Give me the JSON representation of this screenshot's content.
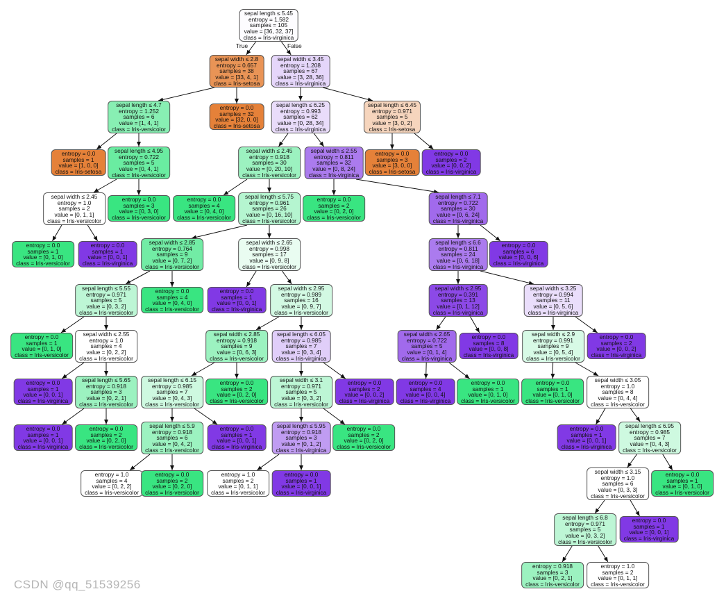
{
  "title": "Iris decision tree (entropy)",
  "class_colors": {
    "Iris-setosa": "#e58139",
    "Iris-versicolor": "#39e581",
    "Iris-virginica": "#8139e5"
  },
  "edge_labels": {
    "true_label": "True",
    "false_label": "False"
  },
  "watermark": "CSDN @qq_51539256",
  "nodes": [
    {
      "parent": -1,
      "counts": [
        36,
        32,
        37
      ],
      "lines": [
        "sepal length ≤ 5.45",
        "entropy = 1.582",
        "samples = 105",
        "value = [36, 32, 37]",
        "class = Iris-virginica"
      ]
    },
    {
      "parent": 0,
      "counts": [
        33,
        4,
        1
      ],
      "lines": [
        "sepal width ≤ 2.8",
        "entropy = 0.657",
        "samples = 38",
        "value = [33, 4, 1]",
        "class = Iris-setosa"
      ]
    },
    {
      "parent": 0,
      "counts": [
        3,
        28,
        36
      ],
      "lines": [
        "sepal width ≤ 3.45",
        "entropy = 1.208",
        "samples = 67",
        "value = [3, 28, 36]",
        "class = Iris-virginica"
      ]
    },
    {
      "parent": 1,
      "counts": [
        1,
        4,
        1
      ],
      "lines": [
        "sepal length ≤ 4.7",
        "entropy = 1.252",
        "samples = 6",
        "value = [1, 4, 1]",
        "class = Iris-versicolor"
      ]
    },
    {
      "parent": 1,
      "counts": [
        32,
        0,
        0
      ],
      "lines": [
        "entropy = 0.0",
        "samples = 32",
        "value = [32, 0, 0]",
        "class = Iris-setosa"
      ]
    },
    {
      "parent": 2,
      "counts": [
        0,
        28,
        34
      ],
      "lines": [
        "sepal length ≤ 6.25",
        "entropy = 0.993",
        "samples = 62",
        "value = [0, 28, 34]",
        "class = Iris-virginica"
      ]
    },
    {
      "parent": 2,
      "counts": [
        3,
        0,
        2
      ],
      "lines": [
        "sepal length ≤ 6.45",
        "entropy = 0.971",
        "samples = 5",
        "value = [3, 0, 2]",
        "class = Iris-setosa"
      ]
    },
    {
      "parent": 3,
      "counts": [
        1,
        0,
        0
      ],
      "lines": [
        "entropy = 0.0",
        "samples = 1",
        "value = [1, 0, 0]",
        "class = Iris-setosa"
      ]
    },
    {
      "parent": 3,
      "counts": [
        0,
        4,
        1
      ],
      "lines": [
        "sepal length ≤ 4.95",
        "entropy = 0.722",
        "samples = 5",
        "value = [0, 4, 1]",
        "class = Iris-versicolor"
      ]
    },
    {
      "parent": 5,
      "counts": [
        0,
        20,
        10
      ],
      "lines": [
        "sepal width ≤ 2.45",
        "entropy = 0.918",
        "samples = 30",
        "value = [0, 20, 10]",
        "class = Iris-versicolor"
      ]
    },
    {
      "parent": 5,
      "counts": [
        0,
        8,
        24
      ],
      "lines": [
        "sepal width ≤ 2.55",
        "entropy = 0.811",
        "samples = 32",
        "value = [0, 8, 24]",
        "class = Iris-virginica"
      ]
    },
    {
      "parent": 6,
      "counts": [
        3,
        0,
        0
      ],
      "lines": [
        "entropy = 0.0",
        "samples = 3",
        "value = [3, 0, 0]",
        "class = Iris-setosa"
      ]
    },
    {
      "parent": 6,
      "counts": [
        0,
        0,
        2
      ],
      "lines": [
        "entropy = 0.0",
        "samples = 2",
        "value = [0, 0, 2]",
        "class = Iris-virginica"
      ]
    },
    {
      "parent": 8,
      "counts": [
        0,
        1,
        1
      ],
      "lines": [
        "sepal width ≤ 2.45",
        "entropy = 1.0",
        "samples = 2",
        "value = [0, 1, 1]",
        "class = Iris-versicolor"
      ]
    },
    {
      "parent": 8,
      "counts": [
        0,
        3,
        0
      ],
      "lines": [
        "entropy = 0.0",
        "samples = 3",
        "value = [0, 3, 0]",
        "class = Iris-versicolor"
      ]
    },
    {
      "parent": 9,
      "counts": [
        0,
        4,
        0
      ],
      "lines": [
        "entropy = 0.0",
        "samples = 4",
        "value = [0, 4, 0]",
        "class = Iris-versicolor"
      ]
    },
    {
      "parent": 9,
      "counts": [
        0,
        16,
        10
      ],
      "lines": [
        "sepal length ≤ 5.75",
        "entropy = 0.961",
        "samples = 26",
        "value = [0, 16, 10]",
        "class = Iris-versicolor"
      ]
    },
    {
      "parent": 10,
      "counts": [
        0,
        2,
        0
      ],
      "lines": [
        "entropy = 0.0",
        "samples = 2",
        "value = [0, 2, 0]",
        "class = Iris-versicolor"
      ]
    },
    {
      "parent": 10,
      "counts": [
        0,
        6,
        24
      ],
      "lines": [
        "sepal length ≤ 7.1",
        "entropy = 0.722",
        "samples = 30",
        "value = [0, 6, 24]",
        "class = Iris-virginica"
      ]
    },
    {
      "parent": 13,
      "counts": [
        0,
        1,
        0
      ],
      "lines": [
        "entropy = 0.0",
        "samples = 1",
        "value = [0, 1, 0]",
        "class = Iris-versicolor"
      ]
    },
    {
      "parent": 13,
      "counts": [
        0,
        0,
        1
      ],
      "lines": [
        "entropy = 0.0",
        "samples = 1",
        "value = [0, 0, 1]",
        "class = Iris-virginica"
      ]
    },
    {
      "parent": 16,
      "counts": [
        0,
        7,
        2
      ],
      "lines": [
        "sepal width ≤ 2.85",
        "entropy = 0.764",
        "samples = 9",
        "value = [0, 7, 2]",
        "class = Iris-versicolor"
      ]
    },
    {
      "parent": 16,
      "counts": [
        0,
        9,
        8
      ],
      "lines": [
        "sepal width ≤ 2.65",
        "entropy = 0.998",
        "samples = 17",
        "value = [0, 9, 8]",
        "class = Iris-versicolor"
      ]
    },
    {
      "parent": 18,
      "counts": [
        0,
        6,
        18
      ],
      "lines": [
        "sepal length ≤ 6.6",
        "entropy = 0.811",
        "samples = 24",
        "value = [0, 6, 18]",
        "class = Iris-virginica"
      ]
    },
    {
      "parent": 18,
      "counts": [
        0,
        0,
        6
      ],
      "lines": [
        "entropy = 0.0",
        "samples = 6",
        "value = [0, 0, 6]",
        "class = Iris-virginica"
      ]
    },
    {
      "parent": 21,
      "counts": [
        0,
        3,
        2
      ],
      "lines": [
        "sepal length ≤ 5.55",
        "entropy = 0.971",
        "samples = 5",
        "value = [0, 3, 2]",
        "class = Iris-versicolor"
      ]
    },
    {
      "parent": 21,
      "counts": [
        0,
        4,
        0
      ],
      "lines": [
        "entropy = 0.0",
        "samples = 4",
        "value = [0, 4, 0]",
        "class = Iris-versicolor"
      ]
    },
    {
      "parent": 22,
      "counts": [
        0,
        0,
        1
      ],
      "lines": [
        "entropy = 0.0",
        "samples = 1",
        "value = [0, 0, 1]",
        "class = Iris-virginica"
      ]
    },
    {
      "parent": 22,
      "counts": [
        0,
        9,
        7
      ],
      "lines": [
        "sepal width ≤ 2.95",
        "entropy = 0.989",
        "samples = 16",
        "value = [0, 9, 7]",
        "class = Iris-versicolor"
      ]
    },
    {
      "parent": 23,
      "counts": [
        0,
        1,
        12
      ],
      "lines": [
        "sepal width ≤ 2.95",
        "entropy = 0.391",
        "samples = 13",
        "value = [0, 1, 12]",
        "class = Iris-virginica"
      ]
    },
    {
      "parent": 23,
      "counts": [
        0,
        5,
        6
      ],
      "lines": [
        "sepal width ≤ 3.25",
        "entropy = 0.994",
        "samples = 11",
        "value = [0, 5, 6]",
        "class = Iris-virginica"
      ]
    },
    {
      "parent": 25,
      "counts": [
        0,
        1,
        0
      ],
      "lines": [
        "entropy = 0.0",
        "samples = 1",
        "value = [0, 1, 0]",
        "class = Iris-versicolor"
      ]
    },
    {
      "parent": 25,
      "counts": [
        0,
        2,
        2
      ],
      "lines": [
        "sepal width ≤ 2.55",
        "entropy = 1.0",
        "samples = 4",
        "value = [0, 2, 2]",
        "class = Iris-versicolor"
      ]
    },
    {
      "parent": 28,
      "counts": [
        0,
        6,
        3
      ],
      "lines": [
        "sepal width ≤ 2.85",
        "entropy = 0.918",
        "samples = 9",
        "value = [0, 6, 3]",
        "class = Iris-versicolor"
      ]
    },
    {
      "parent": 28,
      "counts": [
        0,
        3,
        4
      ],
      "lines": [
        "sepal length ≤ 6.05",
        "entropy = 0.985",
        "samples = 7",
        "value = [0, 3, 4]",
        "class = Iris-virginica"
      ]
    },
    {
      "parent": 29,
      "counts": [
        0,
        1,
        4
      ],
      "lines": [
        "sepal width ≤ 2.65",
        "entropy = 0.722",
        "samples = 5",
        "value = [0, 1, 4]",
        "class = Iris-virginica"
      ]
    },
    {
      "parent": 29,
      "counts": [
        0,
        0,
        8
      ],
      "lines": [
        "entropy = 0.0",
        "samples = 8",
        "value = [0, 0, 8]",
        "class = Iris-virginica"
      ]
    },
    {
      "parent": 30,
      "counts": [
        0,
        5,
        4
      ],
      "lines": [
        "sepal width ≤ 2.9",
        "entropy = 0.991",
        "samples = 9",
        "value = [0, 5, 4]",
        "class = Iris-versicolor"
      ]
    },
    {
      "parent": 30,
      "counts": [
        0,
        0,
        2
      ],
      "lines": [
        "entropy = 0.0",
        "samples = 2",
        "value = [0, 0, 2]",
        "class = Iris-virginica"
      ]
    },
    {
      "parent": 32,
      "counts": [
        0,
        0,
        1
      ],
      "lines": [
        "entropy = 0.0",
        "samples = 1",
        "value = [0, 0, 1]",
        "class = Iris-virginica"
      ]
    },
    {
      "parent": 32,
      "counts": [
        0,
        2,
        1
      ],
      "lines": [
        "sepal length ≤ 5.65",
        "entropy = 0.918",
        "samples = 3",
        "value = [0, 2, 1]",
        "class = Iris-versicolor"
      ]
    },
    {
      "parent": 33,
      "counts": [
        0,
        4,
        3
      ],
      "lines": [
        "sepal length ≤ 6.15",
        "entropy = 0.985",
        "samples = 7",
        "value = [0, 4, 3]",
        "class = Iris-versicolor"
      ]
    },
    {
      "parent": 33,
      "counts": [
        0,
        2,
        0
      ],
      "lines": [
        "entropy = 0.0",
        "samples = 2",
        "value = [0, 2, 0]",
        "class = Iris-versicolor"
      ]
    },
    {
      "parent": 34,
      "counts": [
        0,
        3,
        2
      ],
      "lines": [
        "sepal width ≤ 3.1",
        "entropy = 0.971",
        "samples = 5",
        "value = [0, 3, 2]",
        "class = Iris-versicolor"
      ]
    },
    {
      "parent": 34,
      "counts": [
        0,
        0,
        2
      ],
      "lines": [
        "entropy = 0.0",
        "samples = 2",
        "value = [0, 0, 2]",
        "class = Iris-virginica"
      ]
    },
    {
      "parent": 35,
      "counts": [
        0,
        0,
        4
      ],
      "lines": [
        "entropy = 0.0",
        "samples = 4",
        "value = [0, 0, 4]",
        "class = Iris-virginica"
      ]
    },
    {
      "parent": 35,
      "counts": [
        0,
        1,
        0
      ],
      "lines": [
        "entropy = 0.0",
        "samples = 1",
        "value = [0, 1, 0]",
        "class = Iris-versicolor"
      ]
    },
    {
      "parent": 37,
      "counts": [
        0,
        1,
        0
      ],
      "lines": [
        "entropy = 0.0",
        "samples = 1",
        "value = [0, 1, 0]",
        "class = Iris-versicolor"
      ]
    },
    {
      "parent": 37,
      "counts": [
        0,
        4,
        4
      ],
      "lines": [
        "sepal width ≤ 3.05",
        "entropy = 1.0",
        "samples = 8",
        "value = [0, 4, 4]",
        "class = Iris-versicolor"
      ]
    },
    {
      "parent": 40,
      "counts": [
        0,
        0,
        1
      ],
      "lines": [
        "entropy = 0.0",
        "samples = 1",
        "value = [0, 0, 1]",
        "class = Iris-virginica"
      ]
    },
    {
      "parent": 40,
      "counts": [
        0,
        2,
        0
      ],
      "lines": [
        "entropy = 0.0",
        "samples = 2",
        "value = [0, 2, 0]",
        "class = Iris-versicolor"
      ]
    },
    {
      "parent": 41,
      "counts": [
        0,
        4,
        2
      ],
      "lines": [
        "sepal length ≤ 5.9",
        "entropy = 0.918",
        "samples = 6",
        "value = [0, 4, 2]",
        "class = Iris-versicolor"
      ]
    },
    {
      "parent": 41,
      "counts": [
        0,
        0,
        1
      ],
      "lines": [
        "entropy = 0.0",
        "samples = 1",
        "value = [0, 0, 1]",
        "class = Iris-virginica"
      ]
    },
    {
      "parent": 43,
      "counts": [
        0,
        1,
        2
      ],
      "lines": [
        "sepal length ≤ 5.95",
        "entropy = 0.918",
        "samples = 3",
        "value = [0, 1, 2]",
        "class = Iris-virginica"
      ]
    },
    {
      "parent": 43,
      "counts": [
        0,
        2,
        0
      ],
      "lines": [
        "entropy = 0.0",
        "samples = 2",
        "value = [0, 2, 0]",
        "class = Iris-versicolor"
      ]
    },
    {
      "parent": 48,
      "counts": [
        0,
        0,
        1
      ],
      "lines": [
        "entropy = 0.0",
        "samples = 1",
        "value = [0, 0, 1]",
        "class = Iris-virginica"
      ]
    },
    {
      "parent": 48,
      "counts": [
        0,
        4,
        3
      ],
      "lines": [
        "sepal length ≤ 6.95",
        "entropy = 0.985",
        "samples = 7",
        "value = [0, 4, 3]",
        "class = Iris-versicolor"
      ]
    },
    {
      "parent": 51,
      "counts": [
        0,
        2,
        2
      ],
      "lines": [
        "entropy = 1.0",
        "samples = 4",
        "value = [0, 2, 2]",
        "class = Iris-versicolor"
      ]
    },
    {
      "parent": 51,
      "counts": [
        0,
        2,
        0
      ],
      "lines": [
        "entropy = 0.0",
        "samples = 2",
        "value = [0, 2, 0]",
        "class = Iris-versicolor"
      ]
    },
    {
      "parent": 53,
      "counts": [
        0,
        1,
        1
      ],
      "lines": [
        "entropy = 1.0",
        "samples = 2",
        "value = [0, 1, 1]",
        "class = Iris-versicolor"
      ]
    },
    {
      "parent": 53,
      "counts": [
        0,
        0,
        1
      ],
      "lines": [
        "entropy = 0.0",
        "samples = 1",
        "value = [0, 0, 1]",
        "class = Iris-virginica"
      ]
    },
    {
      "parent": 56,
      "counts": [
        0,
        3,
        3
      ],
      "lines": [
        "sepal width ≤ 3.15",
        "entropy = 1.0",
        "samples = 6",
        "value = [0, 3, 3]",
        "class = Iris-versicolor"
      ]
    },
    {
      "parent": 56,
      "counts": [
        0,
        1,
        0
      ],
      "lines": [
        "entropy = 0.0",
        "samples = 1",
        "value = [0, 1, 0]",
        "class = Iris-versicolor"
      ]
    },
    {
      "parent": 61,
      "counts": [
        0,
        3,
        2
      ],
      "lines": [
        "sepal length ≤ 6.8",
        "entropy = 0.971",
        "samples = 5",
        "value = [0, 3, 2]",
        "class = Iris-versicolor"
      ]
    },
    {
      "parent": 61,
      "counts": [
        0,
        0,
        1
      ],
      "lines": [
        "entropy = 0.0",
        "samples = 1",
        "value = [0, 0, 1]",
        "class = Iris-virginica"
      ]
    },
    {
      "parent": 63,
      "counts": [
        0,
        2,
        1
      ],
      "lines": [
        "entropy = 0.918",
        "samples = 3",
        "value = [0, 2, 1]",
        "class = Iris-versicolor"
      ]
    },
    {
      "parent": 63,
      "counts": [
        0,
        1,
        1
      ],
      "lines": [
        "entropy = 1.0",
        "samples = 2",
        "value = [0, 1, 1]",
        "class = Iris-versicolor"
      ]
    }
  ]
}
